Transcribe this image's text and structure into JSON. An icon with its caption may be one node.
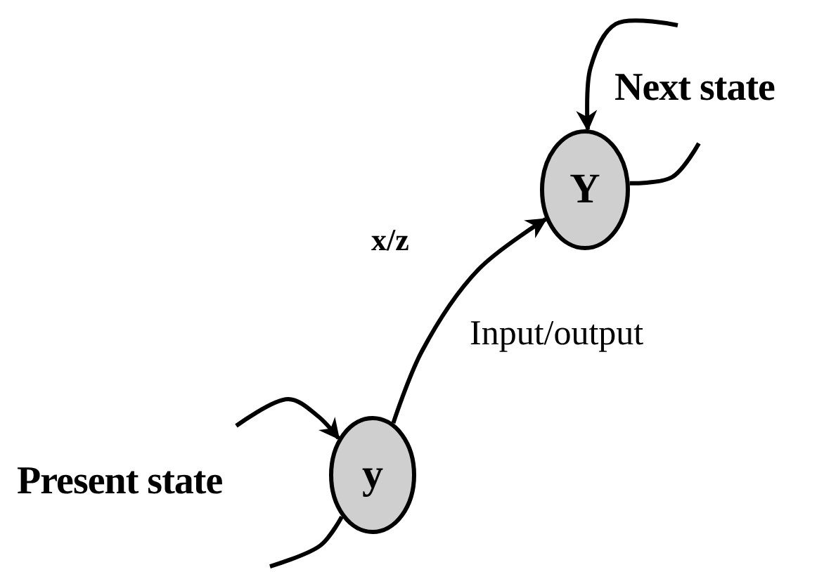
{
  "diagram": {
    "nodes": [
      {
        "text": [
          "y"
        ],
        "beside": [
          "Present state"
        ]
      },
      {
        "text": [
          "Y"
        ],
        "beside": [
          "Next state"
        ]
      }
    ],
    "edges": [
      {
        "from": 0,
        "to": 1,
        "arrow": "to",
        "label": "x/z"
      },
      {
        "from": null,
        "to": 0,
        "arrow": "to"
      },
      {
        "from": 0,
        "to": null,
        "arrow": "none"
      },
      {
        "from": null,
        "to": 1,
        "arrow": "to"
      },
      {
        "from": 1,
        "to": null,
        "arrow": "none"
      }
    ],
    "labels": [
      "Input/output"
    ]
  }
}
